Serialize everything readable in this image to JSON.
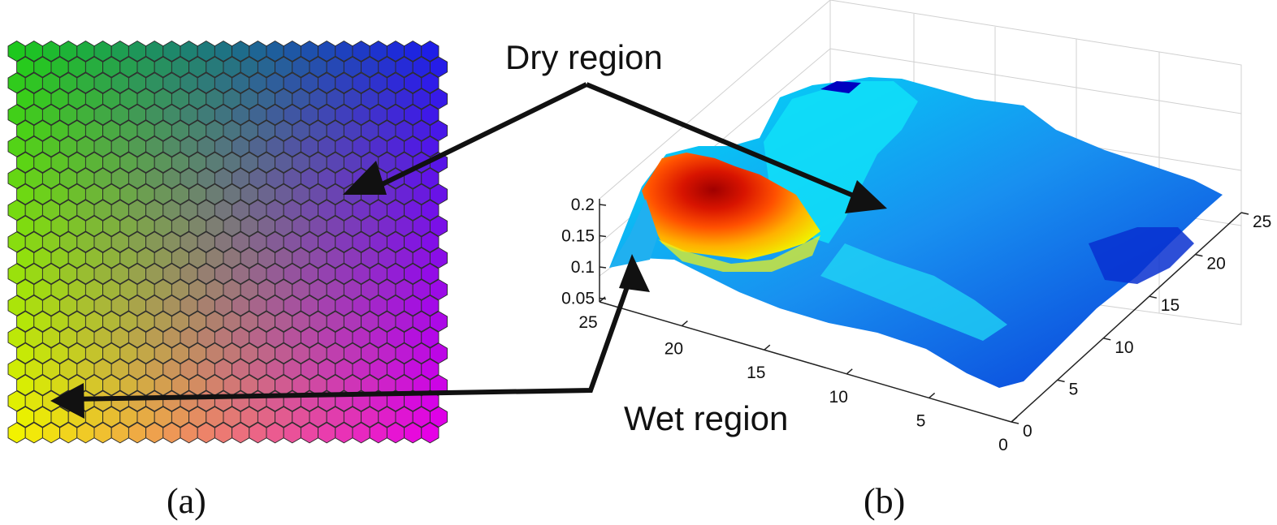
{
  "panels": [
    {
      "label": "(a)"
    },
    {
      "label": "(b)"
    }
  ],
  "annotations": {
    "dry": "Dry region",
    "wet": "Wet region"
  },
  "colors": {
    "som_top_left": "#1ec81e",
    "som_top_right": "#1e1ee8",
    "som_bottom_left": "#f2f200",
    "som_bottom_right": "#e600e6",
    "surface_dark_red": "#a80000",
    "surface_red": "#e81c00",
    "surface_orange": "#ff8c00",
    "surface_yellow": "#ffe000",
    "surface_cyan": "#00e8f8",
    "surface_blue": "#1e8cf0",
    "surface_dark_blue": "#0000c8",
    "arrow": "#111111"
  },
  "chart_data": [
    {
      "type": "heatmap",
      "grid": "hexagonal",
      "columns": 25,
      "rows": 25,
      "corner_colors": {
        "top_left": "green",
        "top_right": "blue",
        "bottom_left": "yellow",
        "bottom_right": "magenta"
      }
    },
    {
      "type": "surface",
      "x_range": [
        0,
        25
      ],
      "y_range": [
        0,
        25
      ],
      "z_range": [
        0.05,
        0.2
      ],
      "z_ticks": [
        "0.2",
        "0.15",
        "0.1",
        "0.05"
      ],
      "x_ticks": [
        "25",
        "20",
        "15",
        "10",
        "5",
        "0"
      ],
      "y_ticks": [
        "0",
        "5",
        "10",
        "15",
        "20",
        "25"
      ],
      "grid": true,
      "colormap": "jet"
    }
  ]
}
